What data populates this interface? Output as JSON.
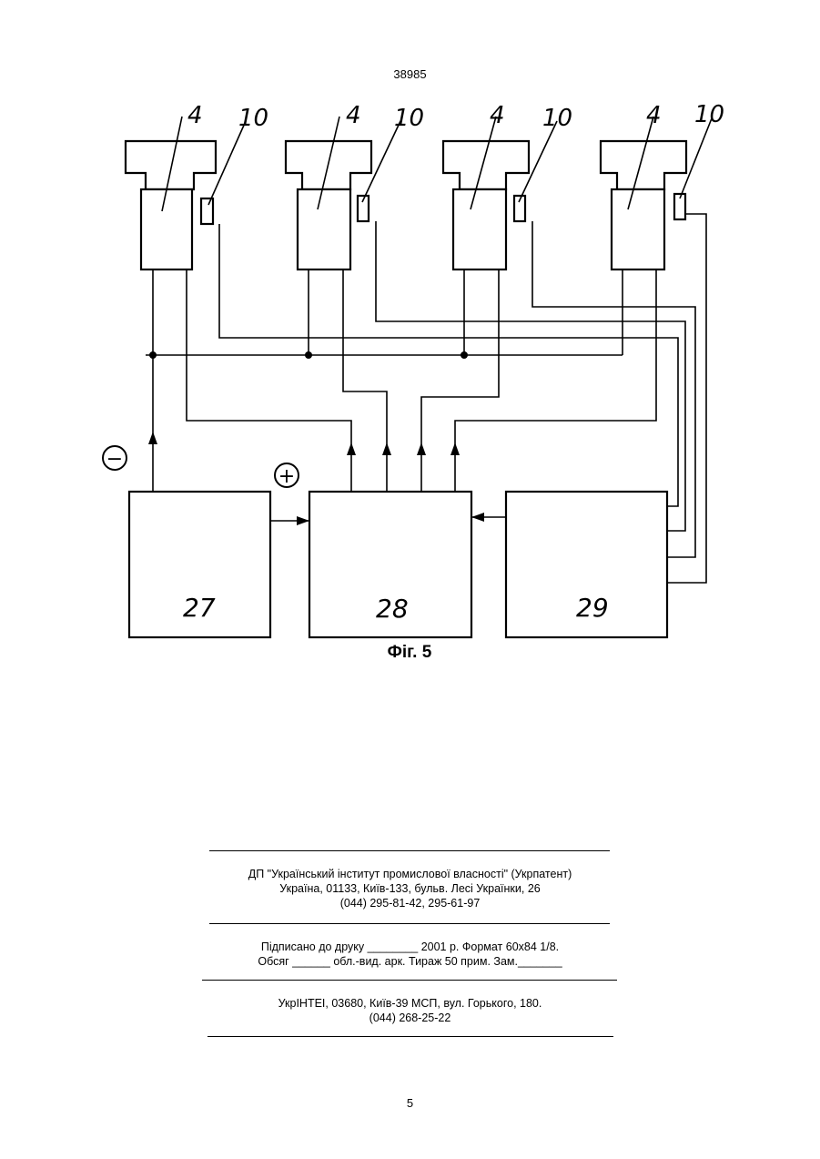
{
  "header": {
    "page_id": "38985"
  },
  "figure": {
    "caption": "Фіг. 5",
    "unit_label": "4",
    "sensor_label": "10",
    "block_labels": [
      "27",
      "28",
      "29"
    ],
    "minus_sign": "−",
    "plus_sign": "+"
  },
  "imprint": {
    "publisher_line1": "ДП \"Український інститут промислової власності\" (Укрпатент)",
    "publisher_line2": "Україна, 01133, Київ-133, бульв. Лесі Українки, 26",
    "publisher_line3": "(044) 295-81-42, 295-61-97",
    "signed_line": "Підписано до друку ________ 2001 р.    Формат 60x84 1/8.",
    "volume_line": "Обсяг ______ обл.-вид. арк.   Тираж 50 прим.    Зам._______",
    "printer_line1": "УкрІНТЕІ, 03680, Київ-39 МСП, вул. Горького, 180.",
    "printer_line2": "(044) 268-25-22"
  },
  "footer": {
    "page_number": "5"
  }
}
